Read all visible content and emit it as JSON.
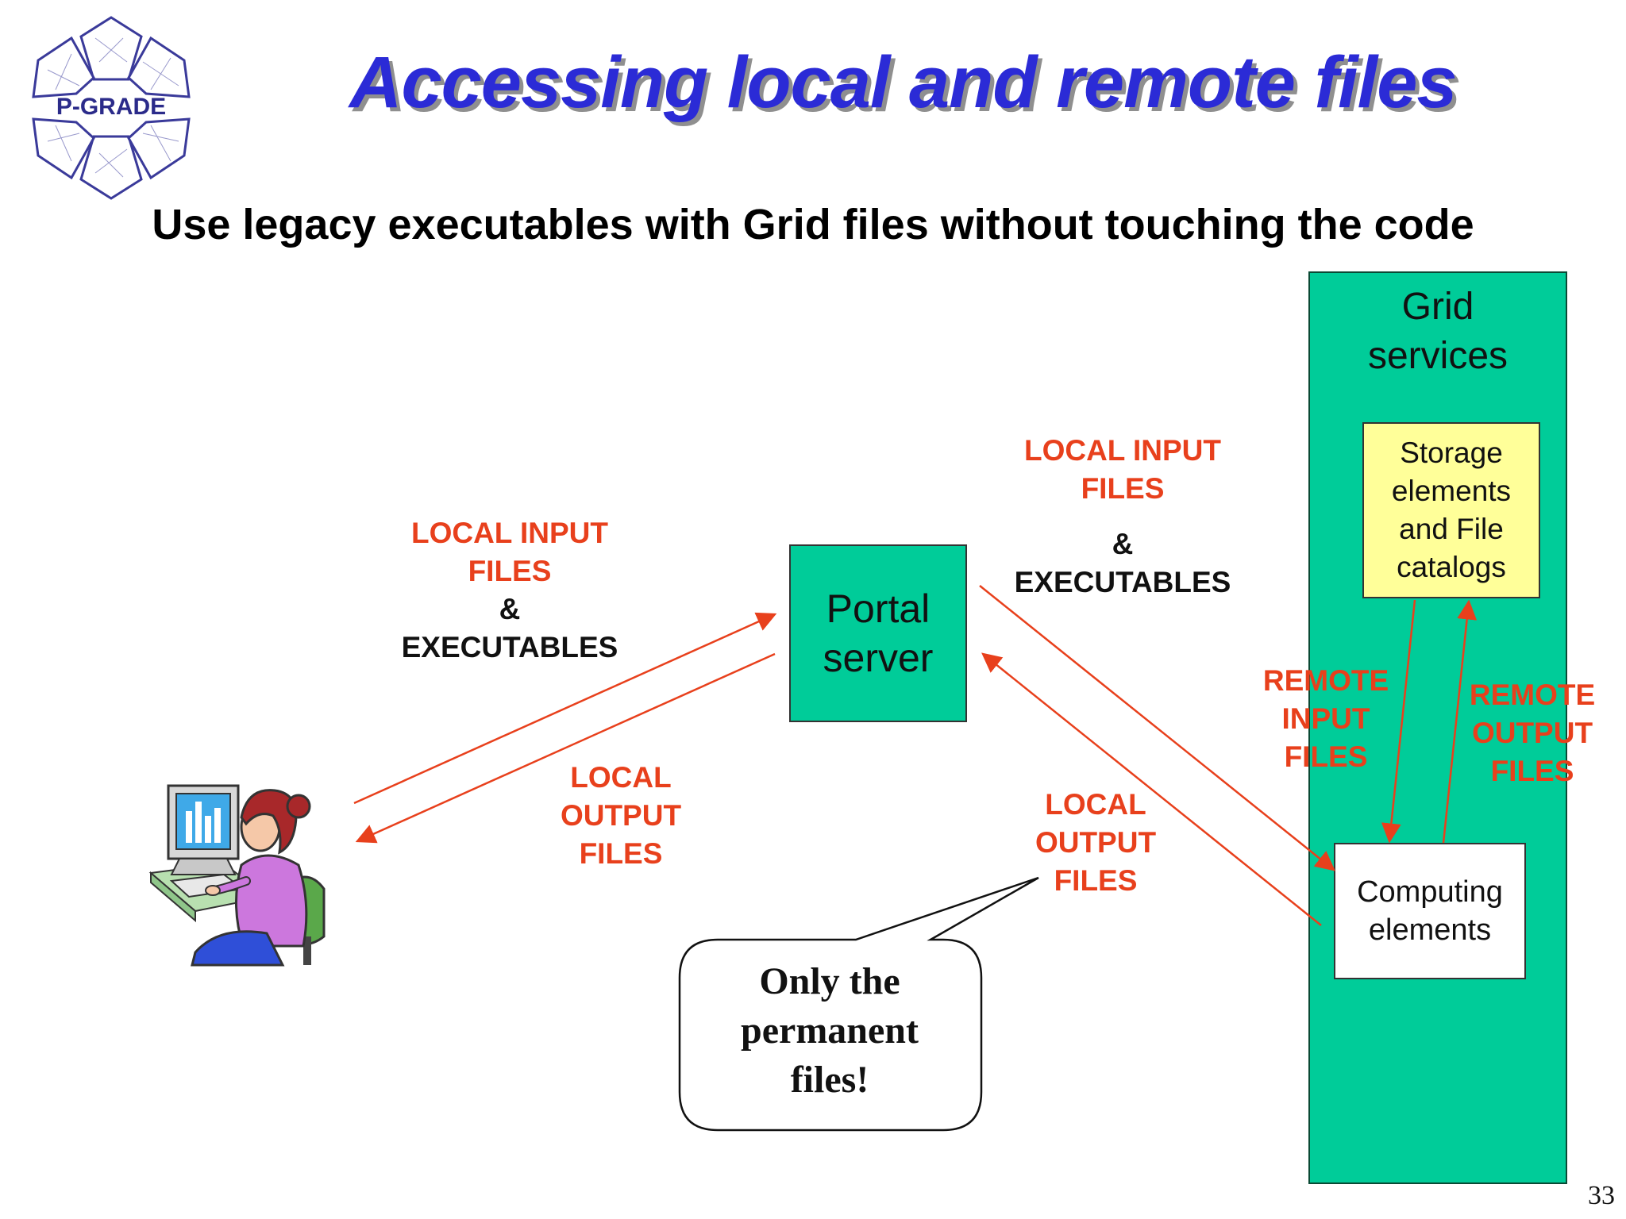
{
  "logo": {
    "text": "P-GRADE"
  },
  "title": "Accessing local and remote files",
  "subtitle": "Use legacy executables with Grid files without touching the code",
  "grid_services": {
    "line1": "Grid",
    "line2": "services"
  },
  "storage": {
    "line1": "Storage",
    "line2": "elements",
    "line3": "and File",
    "line4": "catalogs"
  },
  "computing": {
    "line1": "Computing",
    "line2": "elements"
  },
  "portal": {
    "line1": "Portal",
    "line2": "server"
  },
  "left_input": {
    "line1": "LOCAL INPUT",
    "line2": "FILES",
    "amp": "&",
    "exec": "EXECUTABLES"
  },
  "left_output": {
    "line1": "LOCAL",
    "line2": "OUTPUT",
    "line3": "FILES"
  },
  "right_input": {
    "line1": "LOCAL INPUT",
    "line2": "FILES",
    "amp": "&",
    "exec": "EXECUTABLES"
  },
  "right_output": {
    "line1": "LOCAL",
    "line2": "OUTPUT",
    "line3": "FILES"
  },
  "remote_input": {
    "line1": "REMOTE",
    "line2": "INPUT",
    "line3": "FILES"
  },
  "remote_output": {
    "line1": "REMOTE",
    "line2": "OUTPUT",
    "line3": "FILES"
  },
  "bubble": {
    "line1": "Only the",
    "line2": "permanent",
    "line3": "files!"
  },
  "page_number": "33",
  "colors": {
    "teal": "#00cc99",
    "yellow": "#ffff99",
    "arrow": "#e8401c",
    "title_blue": "#2b2bd6"
  }
}
